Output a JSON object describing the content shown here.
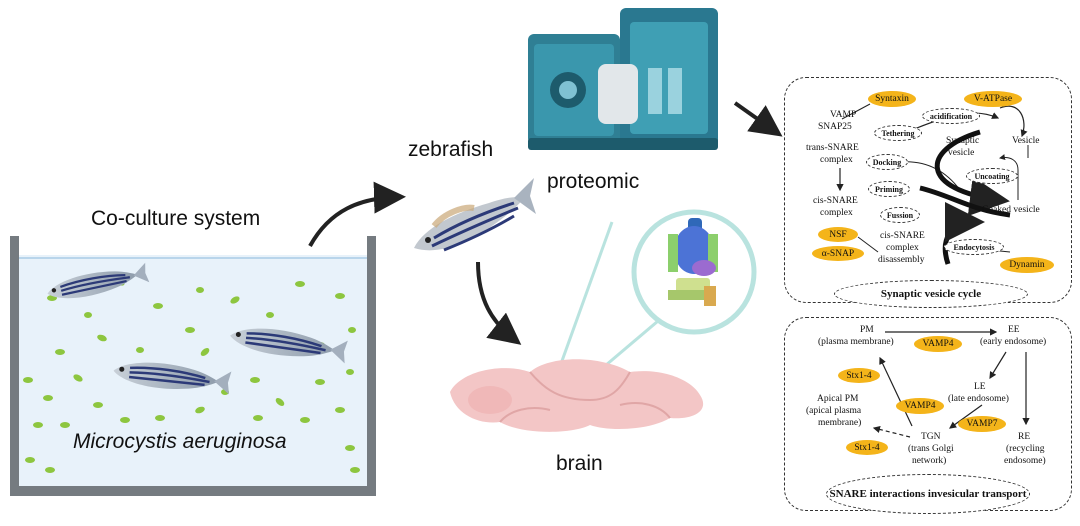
{
  "labels": {
    "co_culture": "Co-culture system",
    "zebrafish": "zebrafish",
    "proteomic": "proteomic",
    "brain": "brain",
    "microcystis": "Microcystis aeruginosa"
  },
  "svc": {
    "title": "Synaptic vesicle cycle",
    "syntaxin": "Syntaxin",
    "v_atpase": "V-ATPase",
    "vamp": "VAMP",
    "snap25": "SNAP25",
    "trans_snare": "trans-SNARE",
    "complex": "complex",
    "cis_snare": "cis-SNARE",
    "cis_complex": "complex",
    "nsf": "NSF",
    "alpha_snap": "α-SNAP",
    "cis_dis_1": "cis-SNARE",
    "cis_dis_2": "complex",
    "cis_dis_3": "disassembly",
    "tethering": "Tethering",
    "docking": "Docking",
    "priming": "Priming",
    "fussion": "Fussion",
    "acidification": "acidification",
    "synaptic_vesicle_1": "Synaptic",
    "synaptic_vesicle_2": "vesicle",
    "vesicle": "Vesicle",
    "uncoating": "Uncoating",
    "coaked_vesicle": "Coaked vesicle",
    "endocytosis": "Endocytosis",
    "dynamin": "Dynamin"
  },
  "snare": {
    "title_1": "SNARE interactions in",
    "title_2": "vesicular transport",
    "pm_1": "PM",
    "pm_2": "(plasma membrane)",
    "vamp4_top": "VAMP4",
    "ee_1": "EE",
    "ee_2": "(early endosome)",
    "stx_top": "Stx1-4",
    "le_1": "LE",
    "le_2": "(late endosome)",
    "apical_1": "Apical PM",
    "apical_2": "(apical plasma",
    "apical_3": "membrane)",
    "vamp4_mid": "VAMP4",
    "vamp7": "VAMP7",
    "tgn_1": "TGN",
    "tgn_2": "(trans Golgi",
    "tgn_3": "network)",
    "re_1": "RE",
    "re_2": "(recycling",
    "re_3": "endosome)",
    "stx_bottom": "Stx1-4"
  },
  "colors": {
    "accent_yellow": "#f4b41a",
    "tank_water": "#e8f2fa",
    "tank_frame": "#757b80",
    "algae": "#8dc63f",
    "machine_teal": "#2f7f94",
    "brain_pink": "#f3c6c6",
    "magnifier": "#b9e3df"
  }
}
